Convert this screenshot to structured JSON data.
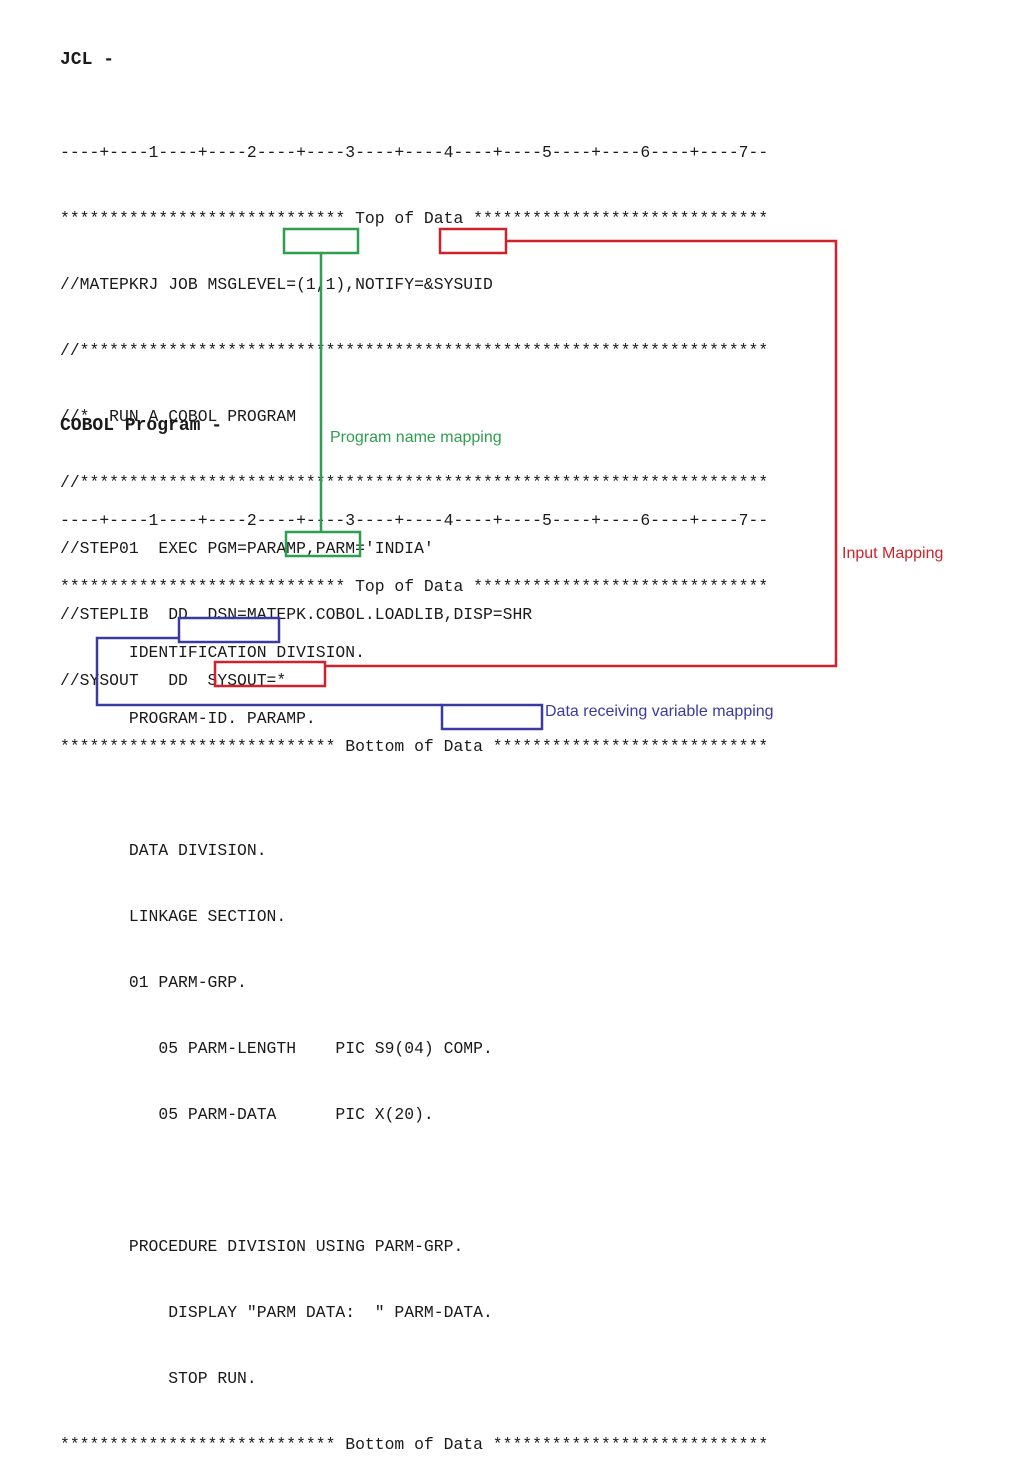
{
  "jcl": {
    "heading": "JCL -",
    "lines": [
      "----+----1----+----2----+----3----+----4----+----5----+----6----+----7--",
      "***************************** Top of Data ******************************",
      "//MATEPKRJ JOB MSGLEVEL=(1,1),NOTIFY=&SYSUID",
      "//**********************************************************************",
      "//*  RUN A COBOL PROGRAM",
      "//**********************************************************************",
      "//STEP01  EXEC PGM=PARAMP,PARM='INDIA'",
      "//STEPLIB  DD  DSN=MATEPK.COBOL.LOADLIB,DISP=SHR",
      "//SYSOUT   DD  SYSOUT=*",
      "**************************** Bottom of Data ****************************"
    ]
  },
  "cobol": {
    "heading": "COBOL Program -",
    "lines": [
      "----+----1----+----2----+----3----+----4----+----5----+----6----+----7--",
      "***************************** Top of Data ******************************",
      "       IDENTIFICATION DIVISION.",
      "       PROGRAM-ID. PARAMP.",
      "",
      "       DATA DIVISION.",
      "       LINKAGE SECTION.",
      "       01 PARM-GRP.",
      "          05 PARM-LENGTH    PIC S9(04) COMP.",
      "          05 PARM-DATA      PIC X(20).",
      "",
      "       PROCEDURE DIVISION USING PARM-GRP.",
      "           DISPLAY \"PARM DATA:  \" PARM-DATA.",
      "           STOP RUN.",
      "**************************** Bottom of Data ****************************"
    ]
  },
  "annotations": {
    "program_name": {
      "label": "Program name mapping",
      "color": "#2e9e4f"
    },
    "input": {
      "label": "Input Mapping",
      "color": "#d0222a"
    },
    "data_receiving": {
      "label": "Data receiving variable mapping",
      "color": "#3a3aa0"
    }
  }
}
